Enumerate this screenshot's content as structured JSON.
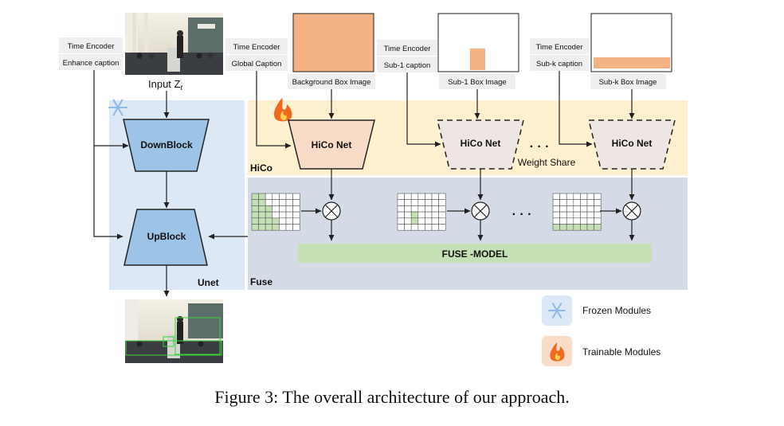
{
  "input_label": "Input Z",
  "input_subscript": "t",
  "unet": {
    "title": "Unet",
    "down_block": "DownBlock",
    "up_block": "UpBlock",
    "time_encoder": "Time Encoder",
    "caption": "Enhance caption"
  },
  "hico_section": {
    "title": "HiCo",
    "weight_share": "Weight Share",
    "ellipsis": "· · ·",
    "branches": [
      {
        "net_label": "HiCo Net",
        "time_encoder": "Time Encoder",
        "caption": "Global Caption",
        "box_image_label": "Background Box Image"
      },
      {
        "net_label": "HiCo Net",
        "time_encoder": "Time Encoder",
        "caption": "Sub-1 caption",
        "box_image_label": "Sub-1 Box Image"
      },
      {
        "net_label": "HiCo Net",
        "time_encoder": "Time Encoder",
        "caption": "Sub-k caption",
        "box_image_label": "Sub-k Box Image"
      }
    ]
  },
  "fuse_section": {
    "title": "Fuse",
    "model_label": "FUSE -MODEL",
    "ellipsis": "· · ·"
  },
  "legend": {
    "frozen": "Frozen Modules",
    "trainable": "Trainable Modules"
  },
  "colors": {
    "unet_bg": "#dce8f5",
    "hico_bg": "#fdf1d0",
    "fuse_bg": "#d5dbe6",
    "block_fill": "#9dc3e6",
    "hico_net_fill": "#f8dcc8",
    "shared_net_fill": "#ede6e3",
    "box_orange": "#f4b183",
    "fuse_model": "#c5e0b4",
    "mask_green": "#c5e0b4"
  },
  "caption": "Figure 3: The overall architecture of our approach."
}
